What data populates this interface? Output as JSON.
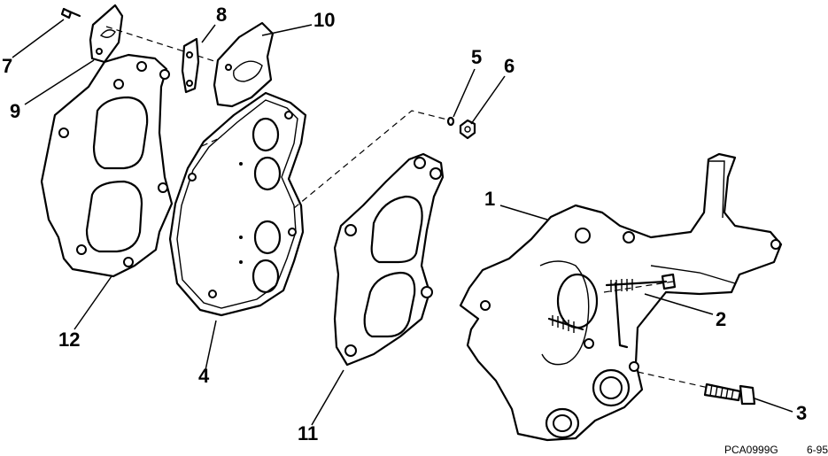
{
  "diagram": {
    "callouts": [
      {
        "id": "c1",
        "label": "1"
      },
      {
        "id": "c2",
        "label": "2"
      },
      {
        "id": "c3",
        "label": "3"
      },
      {
        "id": "c4",
        "label": "4"
      },
      {
        "id": "c5",
        "label": "5"
      },
      {
        "id": "c6",
        "label": "6"
      },
      {
        "id": "c7",
        "label": "7"
      },
      {
        "id": "c8",
        "label": "8"
      },
      {
        "id": "c9",
        "label": "9"
      },
      {
        "id": "c10",
        "label": "10"
      },
      {
        "id": "c11",
        "label": "11"
      },
      {
        "id": "c12",
        "label": "12"
      }
    ],
    "reference_code": "PCA0999G",
    "date_code": "6-95"
  }
}
